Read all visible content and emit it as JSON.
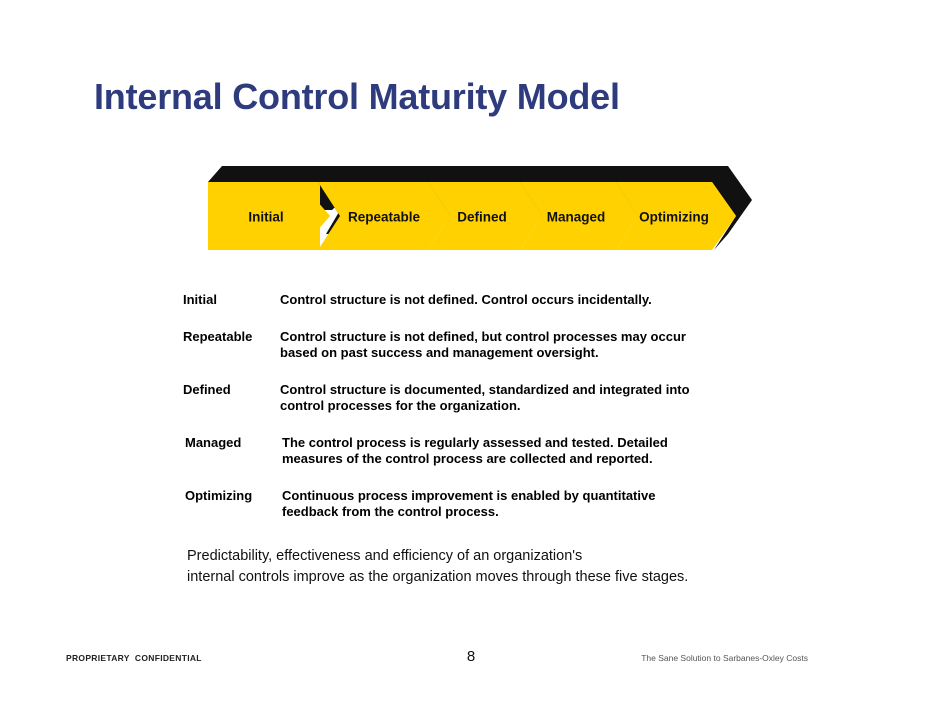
{
  "slide": {
    "title": "Internal Control Maturity Model",
    "title_color": "#2e3c7e",
    "background_color": "#ffffff"
  },
  "maturity_diagram": {
    "type": "chevron-process-flow",
    "chevron_fill_color": "#FFD100",
    "chevron_shadow_color": "#111111",
    "label_color": "#111111",
    "stages": [
      {
        "order": 1,
        "label": "Initial"
      },
      {
        "order": 2,
        "label": "Repeatable"
      },
      {
        "order": 3,
        "label": "Defined"
      },
      {
        "order": 4,
        "label": "Managed"
      },
      {
        "order": 5,
        "label": "Optimizing"
      }
    ]
  },
  "definitions": [
    {
      "term": "Initial",
      "description": "Control structure is not defined.  Control occurs incidentally."
    },
    {
      "term": "Repeatable",
      "description": "Control structure is not defined, but control processes may occur\nbased on past success and management oversight."
    },
    {
      "term": "Defined",
      "description": "Control structure is documented, standardized and integrated into\ncontrol processes for the organization."
    },
    {
      "term": "Managed",
      "description": "The control process is regularly assessed and tested. Detailed\nmeasures of the control process are collected and reported."
    },
    {
      "term": "Optimizing",
      "description": "Continuous process improvement is enabled by quantitative\nfeedback from the control process."
    }
  ],
  "summary": "Predictability, effectiveness and efficiency of an organization's\ninternal controls improve as the organization moves through these five stages.",
  "footer": {
    "left": "PROPRIETARY  CONFIDENTIAL",
    "page_number": "8",
    "right": "The Sane Solution to Sarbanes-Oxley Costs"
  }
}
